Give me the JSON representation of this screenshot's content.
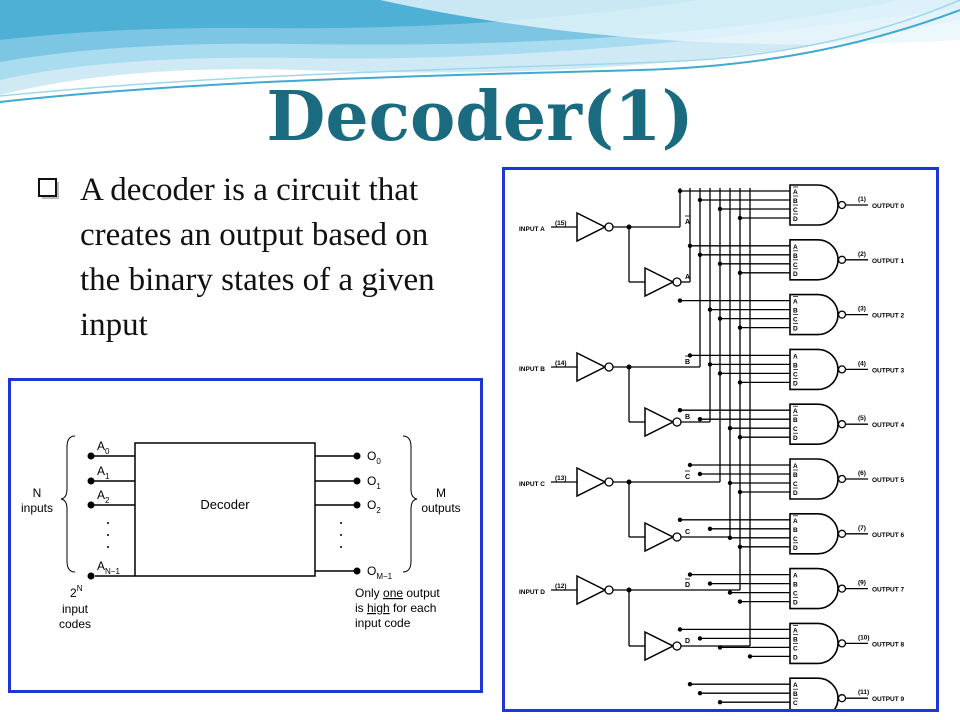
{
  "slide": {
    "title": "Decoder(1)",
    "bullet_text": "A decoder is a circuit that creates an output based on the binary states of a given input"
  },
  "block_diagram": {
    "block_label": "Decoder",
    "inputs": [
      {
        "base": "A",
        "sub": "0"
      },
      {
        "base": "A",
        "sub": "1"
      },
      {
        "base": "A",
        "sub": "2"
      },
      {
        "base": "A",
        "sub": "N−1"
      }
    ],
    "outputs": [
      {
        "base": "O",
        "sub": "0"
      },
      {
        "base": "O",
        "sub": "1"
      },
      {
        "base": "O",
        "sub": "2"
      },
      {
        "base": "O",
        "sub": "M−1"
      }
    ],
    "left_brace_label": [
      "N",
      "inputs"
    ],
    "right_brace_label": [
      "M",
      "outputs"
    ],
    "codes_note": {
      "base": "2",
      "sup": "N",
      "lines": [
        "input",
        "codes"
      ]
    },
    "output_note": [
      {
        "parts": [
          {
            "t": "Only "
          },
          {
            "t": "one",
            "u": true
          },
          {
            "t": " output"
          }
        ]
      },
      {
        "parts": [
          {
            "t": "is "
          },
          {
            "t": "high",
            "u": true
          },
          {
            "t": " for each"
          }
        ]
      },
      {
        "parts": [
          {
            "t": "input code"
          }
        ]
      }
    ]
  },
  "logic_circuit": {
    "inputs": [
      {
        "label": "INPUT A",
        "pin": "(15)",
        "not_label": "A",
        "label_true": "A"
      },
      {
        "label": "INPUT B",
        "pin": "(14)",
        "not_label": "B",
        "label_true": "B"
      },
      {
        "label": "INPUT C",
        "pin": "(13)",
        "not_label": "C",
        "label_true": "C"
      },
      {
        "label": "INPUT D",
        "pin": "(12)",
        "not_label": "D",
        "label_true": "D"
      }
    ],
    "gates": [
      {
        "pin": "(1)",
        "label": "OUTPUT 0",
        "inv": [
          true,
          true,
          true,
          true
        ]
      },
      {
        "pin": "(2)",
        "label": "OUTPUT 1",
        "inv": [
          false,
          true,
          true,
          true
        ]
      },
      {
        "pin": "(3)",
        "label": "OUTPUT 2",
        "inv": [
          true,
          false,
          true,
          true
        ]
      },
      {
        "pin": "(4)",
        "label": "OUTPUT 3",
        "inv": [
          false,
          false,
          true,
          true
        ]
      },
      {
        "pin": "(5)",
        "label": "OUTPUT 4",
        "inv": [
          true,
          true,
          false,
          true
        ]
      },
      {
        "pin": "(6)",
        "label": "OUTPUT 5",
        "inv": [
          false,
          true,
          false,
          true
        ]
      },
      {
        "pin": "(7)",
        "label": "OUTPUT 6",
        "inv": [
          true,
          false,
          false,
          true
        ]
      },
      {
        "pin": "(9)",
        "label": "OUTPUT 7",
        "inv": [
          false,
          false,
          false,
          true
        ]
      },
      {
        "pin": "(10)",
        "label": "OUTPUT 8",
        "inv": [
          true,
          true,
          true,
          false
        ]
      },
      {
        "pin": "(11)",
        "label": "OUTPUT 9",
        "inv": [
          false,
          true,
          true,
          false
        ]
      }
    ],
    "gate_input_letters": [
      "A",
      "B",
      "C",
      "D"
    ]
  },
  "colors": {
    "title": "#1b6b80",
    "frame_border": "#1f36d6",
    "wave_light": "#cfeaf5",
    "wave_mid": "#8fd0e8",
    "wave_dark": "#3fa9cf"
  }
}
